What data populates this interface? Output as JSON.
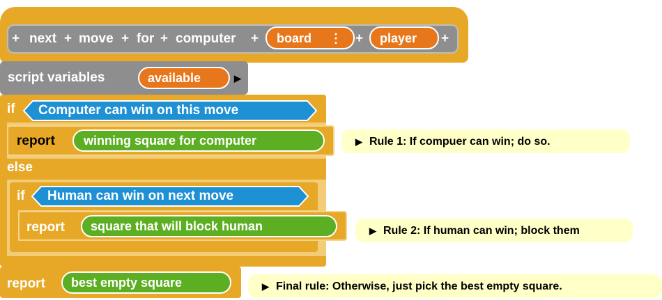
{
  "hat": {
    "words": [
      "next",
      "move",
      "for",
      "computer"
    ],
    "plus": "+",
    "input_board": "board",
    "input_board_icon": "⋮",
    "input_player": "player"
  },
  "script_vars": {
    "label": "script variables",
    "var": "available",
    "arrow": "▶"
  },
  "if1": {
    "if_label": "if",
    "condition": "Computer can win on this move",
    "report_label": "report",
    "report_value": "winning square for computer",
    "else_label": "else"
  },
  "if2": {
    "if_label": "if",
    "condition": "Human can win on next move",
    "report_label": "report",
    "report_value": "square that will block human"
  },
  "final": {
    "report_label": "report",
    "report_value": "best empty square"
  },
  "comments": {
    "rule1": "Rule 1: If compuer can win; do so.",
    "rule2": "Rule 2: If human can win; block them",
    "final": "Final rule: Otherwise, just pick the best empty square.",
    "triangle": "▶"
  },
  "colors": {
    "control": "#e6a826",
    "control_light": "#f2cc77",
    "variables_gray": "#8e8e8e",
    "operators_green": "#5cae22",
    "sensing_blue": "#1e90d4",
    "orange_var": "#e8771b",
    "comment_bg": "#ffffc8"
  }
}
